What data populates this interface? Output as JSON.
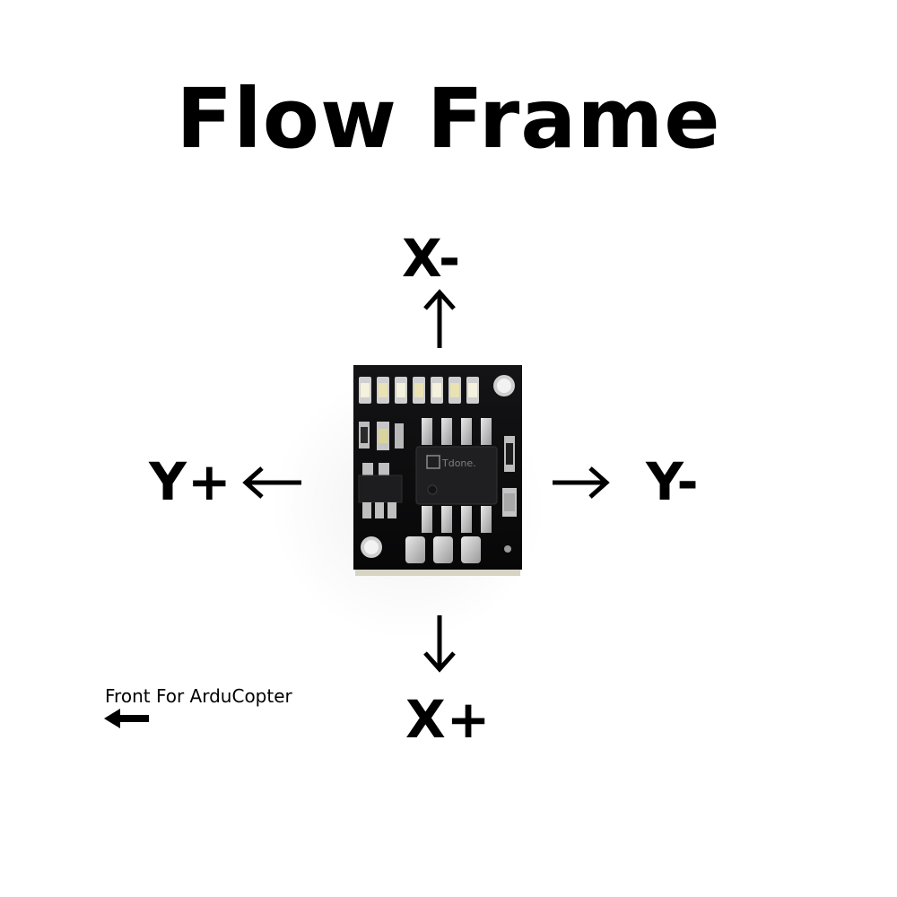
{
  "title": "Flow Frame",
  "axes": {
    "x_minus": "X-",
    "x_plus": "X+",
    "y_plus": "Y+",
    "y_minus": "Y-"
  },
  "front_note": "Front For ArduCopter",
  "chip_marking": "Tdone.",
  "colors": {
    "text": "#000000",
    "background": "#ffffff",
    "pcb": "#0d0d0f",
    "pads": "#c9c9c9",
    "led": "#f2efd8"
  }
}
